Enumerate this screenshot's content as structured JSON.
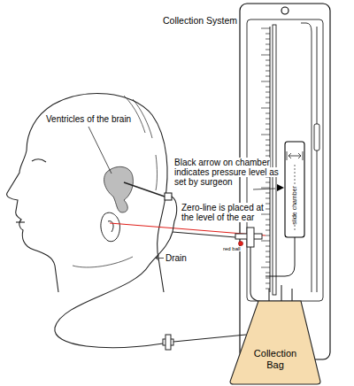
{
  "diagram": {
    "nodes": [
      {
        "text": [
          "Collection System"
        ]
      },
      {
        "text": [
          "Collection Bag"
        ]
      }
    ],
    "labels": [
      "Ventricles of the brain",
      "Black arrow on chamber indicates pressure level as set by surgeon",
      "slide chamber",
      "Zero-line is placed at the level of the ear",
      "red ball",
      "Drain"
    ]
  }
}
